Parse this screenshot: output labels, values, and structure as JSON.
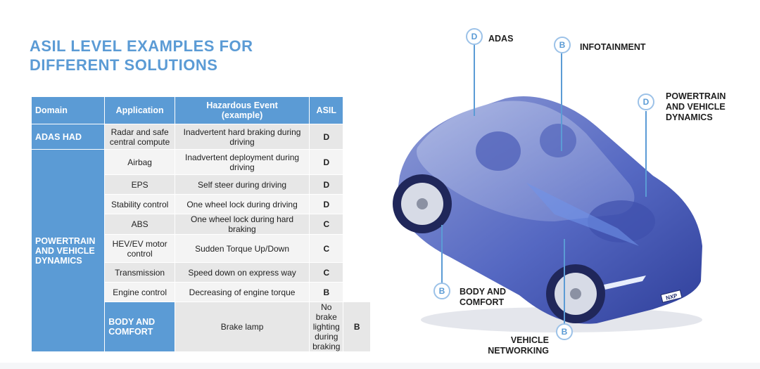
{
  "title": {
    "line1": "ASIL LEVEL EXAMPLES FOR",
    "line2": "DIFFERENT SOLUTIONS"
  },
  "table": {
    "headers": {
      "domain": "Domain",
      "application": "Application",
      "hazard_line1": "Hazardous Event",
      "hazard_line2": "(example)",
      "asil": "ASIL"
    },
    "domains": {
      "adas": "ADAS HAD",
      "powertrain": "POWERTRAIN AND VEHICLE DYNAMICS",
      "body": "BODY AND COMFORT"
    },
    "rows": [
      {
        "application": "Radar and safe central compute",
        "hazard": "Inadvertent hard braking during driving",
        "asil": "D"
      },
      {
        "application": "Airbag",
        "hazard": "Inadvertent deployment during driving",
        "asil": "D"
      },
      {
        "application": "EPS",
        "hazard": "Self steer during driving",
        "asil": "D"
      },
      {
        "application": "Stability control",
        "hazard": "One wheel lock during driving",
        "asil": "D"
      },
      {
        "application": "ABS",
        "hazard": "One wheel lock during hard braking",
        "asil": "C"
      },
      {
        "application": "HEV/EV motor control",
        "hazard": "Sudden Torque Up/Down",
        "asil": "C"
      },
      {
        "application": "Transmission",
        "hazard": "Speed down on express way",
        "asil": "C"
      },
      {
        "application": "Engine control",
        "hazard": "Decreasing of engine torque",
        "asil": "B"
      },
      {
        "application": "Brake lamp",
        "hazard": "No brake lighting during braking",
        "asil": "B"
      }
    ]
  },
  "callouts": {
    "adas": {
      "badge": "D",
      "label": "ADAS"
    },
    "infotainment": {
      "badge": "B",
      "label": "INFOTAINMENT"
    },
    "powertrain": {
      "badge": "D",
      "line1": "POWERTRAIN",
      "line2": "AND VEHICLE",
      "line3": "DYNAMICS"
    },
    "body": {
      "badge": "B",
      "line1": "BODY AND",
      "line2": "COMFORT"
    },
    "networking": {
      "badge": "B",
      "line1": "VEHICLE",
      "line2": "NETWORKING"
    }
  },
  "car": {
    "plate_text": "NXP"
  },
  "colors": {
    "accent": "#5b9bd5",
    "badge_border": "#9cc2e8",
    "car_body": "#3f55b4"
  }
}
